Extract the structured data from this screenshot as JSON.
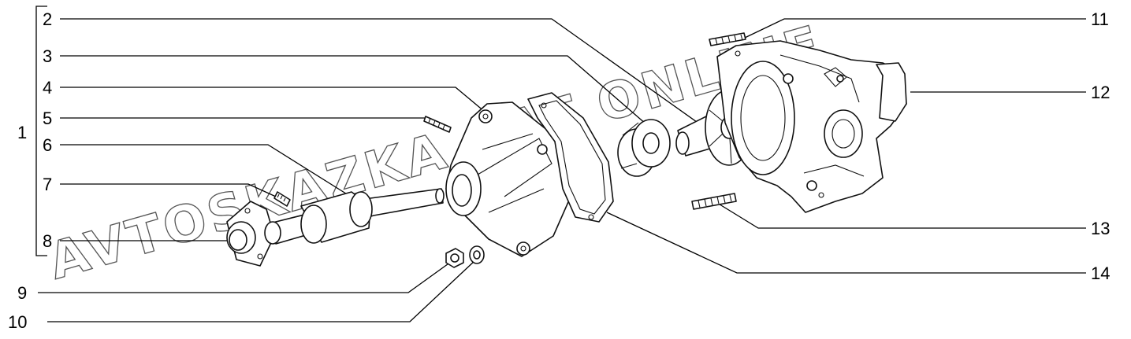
{
  "callouts": {
    "c1": "1",
    "c2": "2",
    "c3": "3",
    "c4": "4",
    "c5": "5",
    "c6": "6",
    "c7": "7",
    "c8": "8",
    "c9": "9",
    "c10": "10",
    "c11": "11",
    "c12": "12",
    "c13": "13",
    "c14": "14"
  },
  "watermark": "AVTOSKAZKA CAT ONLINE"
}
